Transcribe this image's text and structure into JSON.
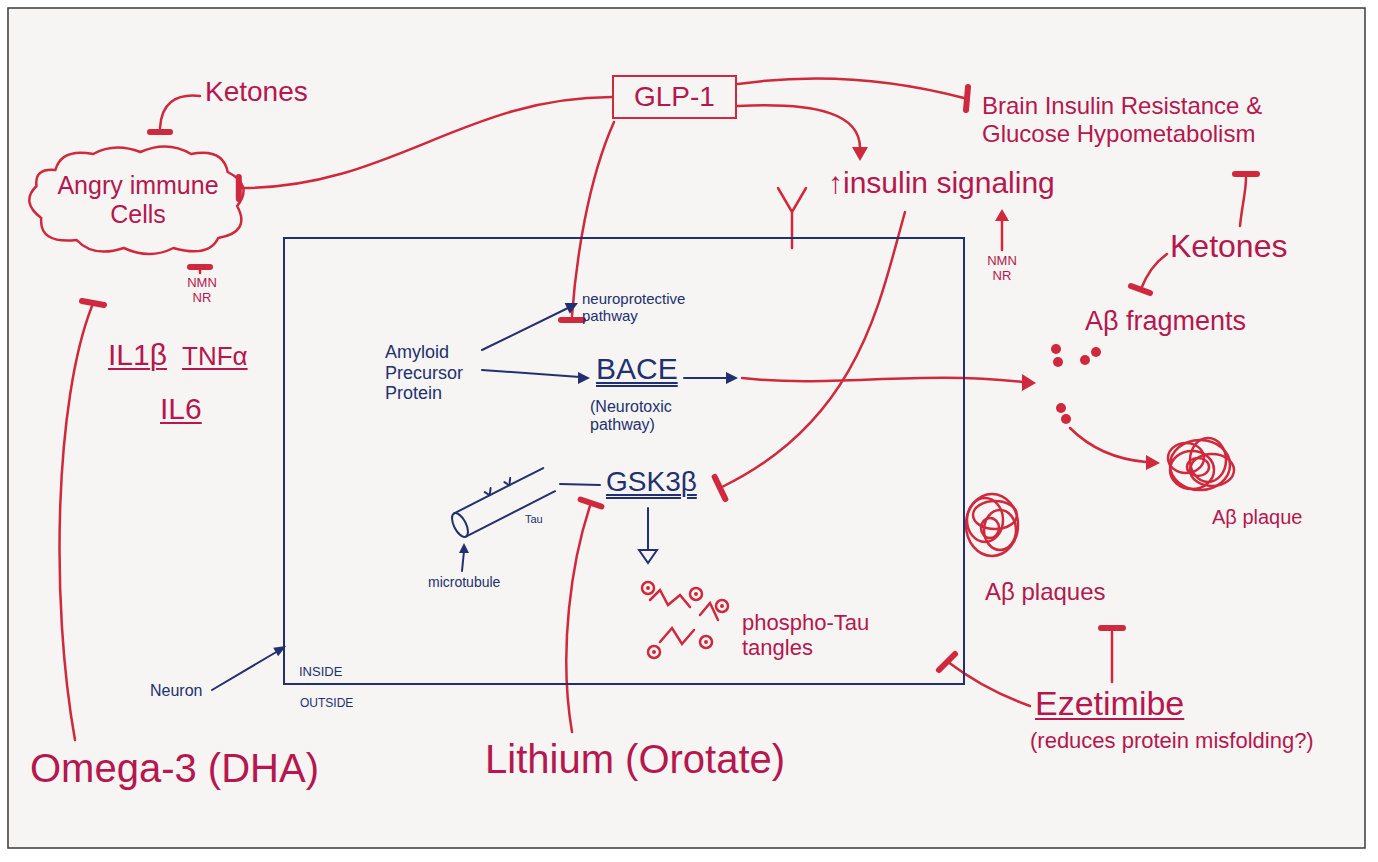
{
  "diagram": {
    "nodes": [
      {
        "text": [
          "Angry immune Cells"
        ]
      },
      {
        "text": [
          "GLP-1"
        ]
      },
      {
        "text": [
          "INSIDE"
        ]
      }
    ],
    "edges": [
      {
        "from": 1,
        "to": 0,
        "arrow": "to"
      }
    ],
    "labels": [
      "Ketones",
      "NMN NR",
      "IL1β",
      "TNFα",
      "IL6",
      "Omega-3 (DHA)",
      "Brain Insulin Resistance & Glucose Hypometabolism",
      "↑insulin signaling",
      "NMN NR",
      "Ketones",
      "Aβ fragments",
      "Amyloid Precursor Protein",
      "neuroprotective pathway",
      "BACE",
      "(Neurotoxic pathway)",
      "GSK3β",
      "Tau",
      "microtubule",
      "phospho-Tau tangles",
      "Neuron",
      "OUTSIDE",
      "Aβ plaque",
      "Aβ plaques",
      "Ezetimibe",
      "(reduces protein misfolding?)",
      "Lithium (Orotate)"
    ]
  }
}
